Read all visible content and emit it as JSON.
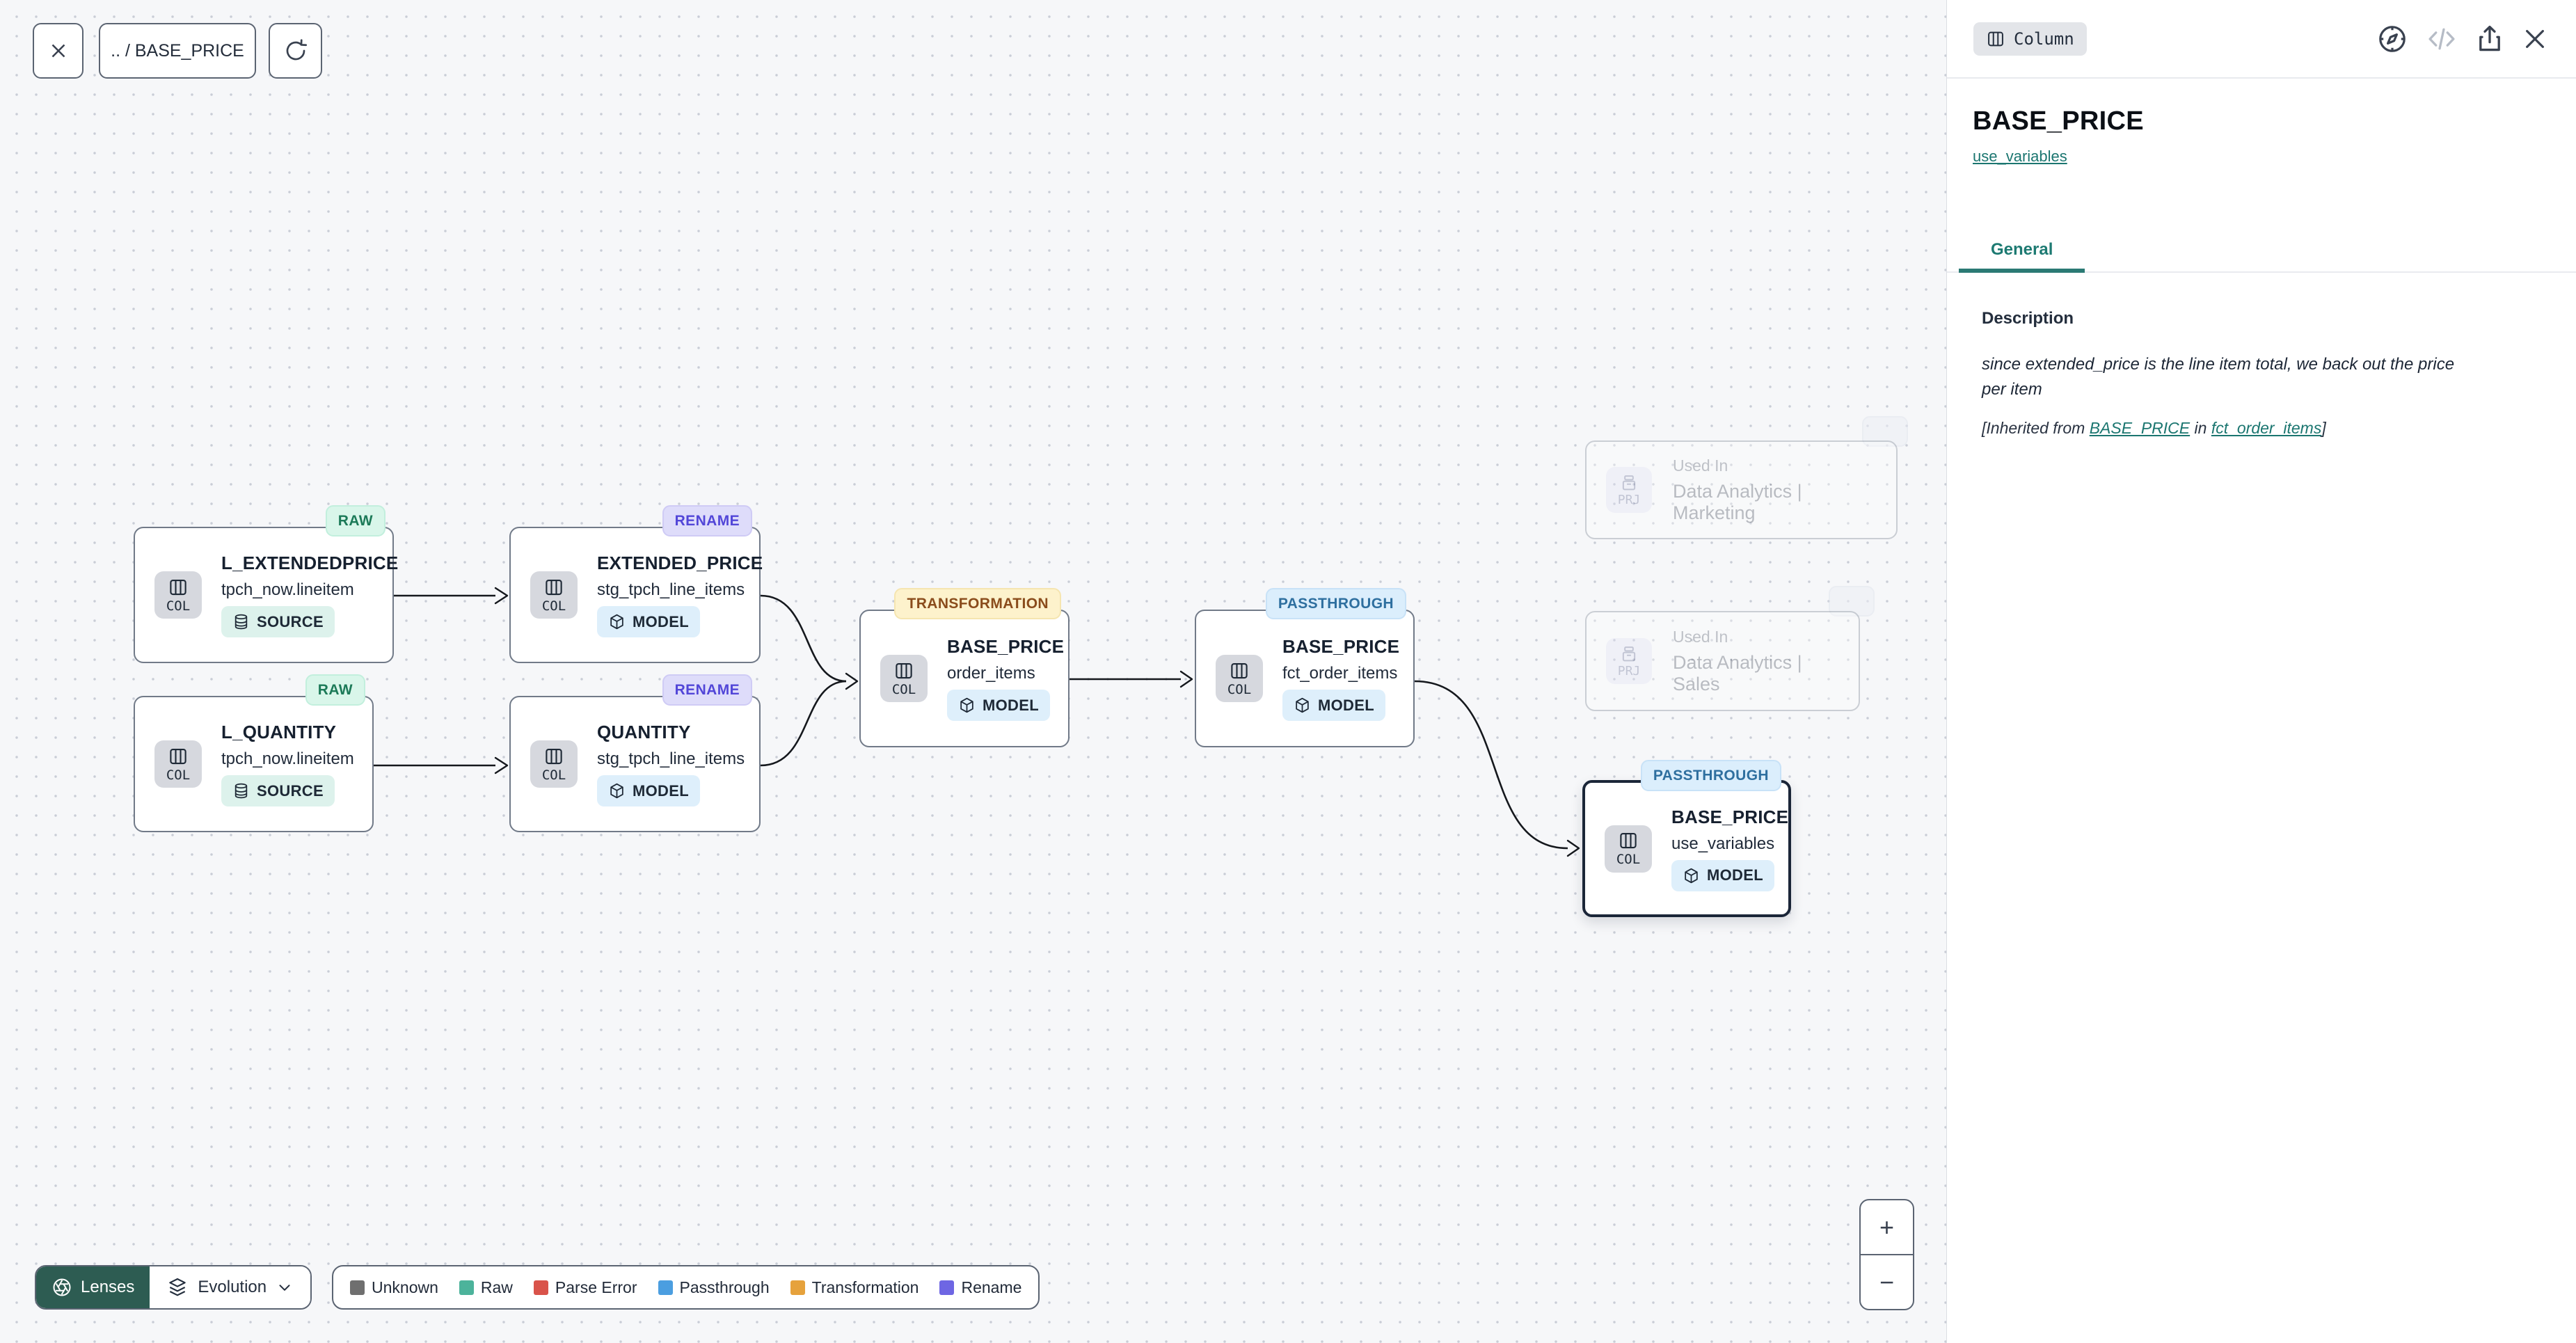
{
  "toolbar": {
    "breadcrumb": ".. / BASE_PRICE"
  },
  "canvas": {
    "nodes": [
      {
        "badge": "RAW",
        "title": "L_EXTENDEDPRICE",
        "subtitle": "tpch_now.lineitem",
        "chip": "COL",
        "type": "SOURCE"
      },
      {
        "badge": "RAW",
        "title": "L_QUANTITY",
        "subtitle": "tpch_now.lineitem",
        "chip": "COL",
        "type": "SOURCE"
      },
      {
        "badge": "RENAME",
        "title": "EXTENDED_PRICE",
        "subtitle": "stg_tpch_line_items",
        "chip": "COL",
        "type": "MODEL"
      },
      {
        "badge": "RENAME",
        "title": "QUANTITY",
        "subtitle": "stg_tpch_line_items",
        "chip": "COL",
        "type": "MODEL"
      },
      {
        "badge": "TRANSFORMATION",
        "title": "BASE_PRICE",
        "subtitle": "order_items",
        "chip": "COL",
        "type": "MODEL"
      },
      {
        "badge": "PASSTHROUGH",
        "title": "BASE_PRICE",
        "subtitle": "fct_order_items",
        "chip": "COL",
        "type": "MODEL"
      },
      {
        "badge": "PASSTHROUGH",
        "title": "BASE_PRICE",
        "subtitle": "use_variables",
        "chip": "COL",
        "type": "MODEL"
      }
    ],
    "used_in": [
      {
        "chip": "PRJ",
        "label": "Used In",
        "name": "Data Analytics | Marketing"
      },
      {
        "chip": "PRJ",
        "label": "Used In",
        "name": "Data Analytics | Sales"
      }
    ]
  },
  "lenses": {
    "button": "Lenses",
    "selected_lens": "Evolution"
  },
  "legend": {
    "items": [
      {
        "label": "Unknown",
        "color": "#6f6f6f"
      },
      {
        "label": "Raw",
        "color": "#4cb39b"
      },
      {
        "label": "Parse Error",
        "color": "#d9534a"
      },
      {
        "label": "Passthrough",
        "color": "#4b9ee0"
      },
      {
        "label": "Transformation",
        "color": "#e6a23c"
      },
      {
        "label": "Rename",
        "color": "#6e66e3"
      }
    ]
  },
  "zoom_controls": {
    "zoom_in": "+",
    "zoom_out": "−"
  },
  "panel": {
    "type_badge": "Column",
    "title": "BASE_PRICE",
    "subtitle_link": "use_variables",
    "tabs": [
      {
        "label": "General"
      }
    ],
    "section_heading": "Description",
    "description": "since extended_price is the line item total, we back out the price per item",
    "inherited": {
      "prefix": "[Inherited from ",
      "link1": "BASE_PRICE",
      "middle": " in ",
      "link2": "fct_order_items",
      "suffix": "]"
    }
  },
  "accent_colors": {
    "teal": "#1b7670",
    "lenses_green": "#2d5c52"
  }
}
